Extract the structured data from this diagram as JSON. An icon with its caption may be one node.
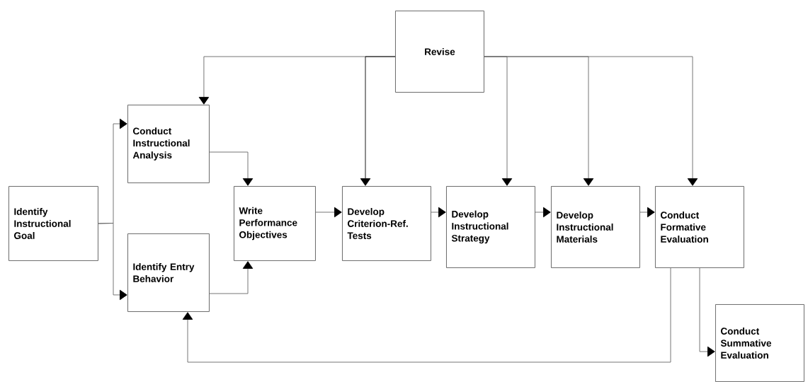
{
  "diagram": {
    "nodes": [
      {
        "text": [
          "Identify Instructional Goal"
        ]
      },
      {
        "text": [
          "Conduct Instructional Analysis"
        ]
      },
      {
        "text": [
          "Identify Entry Behavior"
        ]
      },
      {
        "text": [
          "Write Performance Objectives"
        ]
      },
      {
        "text": [
          "Develop Criterion-Ref. Tests"
        ]
      },
      {
        "text": [
          "Develop Instructional Strategy"
        ]
      },
      {
        "text": [
          "Develop Instructional Materials"
        ]
      },
      {
        "text": [
          "Conduct Formative Evaluation"
        ]
      },
      {
        "text": [
          "Conduct Summative Evaluation"
        ]
      },
      {
        "text": [
          "Revise"
        ]
      }
    ],
    "edges": [
      {
        "from": 0,
        "to": 1,
        "arrow": "to"
      },
      {
        "from": 0,
        "to": 2,
        "arrow": "to"
      },
      {
        "from": 1,
        "to": 3,
        "arrow": "to"
      },
      {
        "from": 2,
        "to": 3,
        "arrow": "to"
      },
      {
        "from": 3,
        "to": 4,
        "arrow": "to"
      },
      {
        "from": 4,
        "to": 5,
        "arrow": "to"
      },
      {
        "from": 5,
        "to": 6,
        "arrow": "to"
      },
      {
        "from": 6,
        "to": 7,
        "arrow": "to"
      },
      {
        "from": 7,
        "to": 8,
        "arrow": "to"
      },
      {
        "from": 7,
        "to": 2,
        "arrow": "to"
      },
      {
        "from": 9,
        "to": 1,
        "arrow": "to"
      },
      {
        "from": 9,
        "to": 4,
        "arrow": "to",
        "color": "#000000"
      },
      {
        "from": 9,
        "to": 5,
        "arrow": "to"
      },
      {
        "from": 9,
        "to": 6,
        "arrow": "to"
      },
      {
        "from": 9,
        "to": 7,
        "arrow": "to"
      }
    ]
  }
}
